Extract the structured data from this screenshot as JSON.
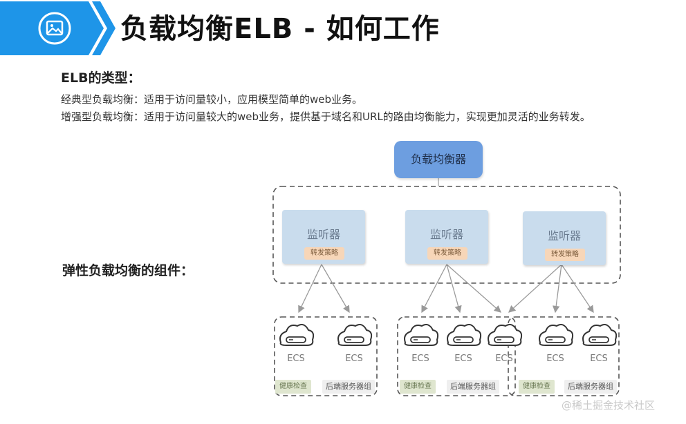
{
  "header": {
    "title": "负载均衡ELB - 如何工作",
    "icon": "image-icon",
    "accent_color": "#1e95e8"
  },
  "types_section": {
    "heading": "ELB的类型：",
    "line1": "经典型负载均衡：适用于访问量较小，应用模型简单的web业务。",
    "line2": "增强型负载均衡：适用于访问量较大的web业务，提供基于域名和URL的路由均衡能力，实现更加灵活的业务转发。"
  },
  "components_section": {
    "label": "弹性负载均衡的组件："
  },
  "diagram": {
    "load_balancer": "负载均衡器",
    "listeners": [
      {
        "name": "监听器",
        "policy": "转发策略"
      },
      {
        "name": "监听器",
        "policy": "转发策略"
      },
      {
        "name": "监听器",
        "policy": "转发策略"
      }
    ],
    "ecs_label": "ECS",
    "groups": [
      {
        "health": "健康检查",
        "name": "后端服务器组"
      },
      {
        "health": "健康检查",
        "name": "后端服务器组"
      },
      {
        "health": "健康检查",
        "name": "后端服务器组"
      }
    ]
  },
  "watermark": "@稀土掘金技术社区"
}
